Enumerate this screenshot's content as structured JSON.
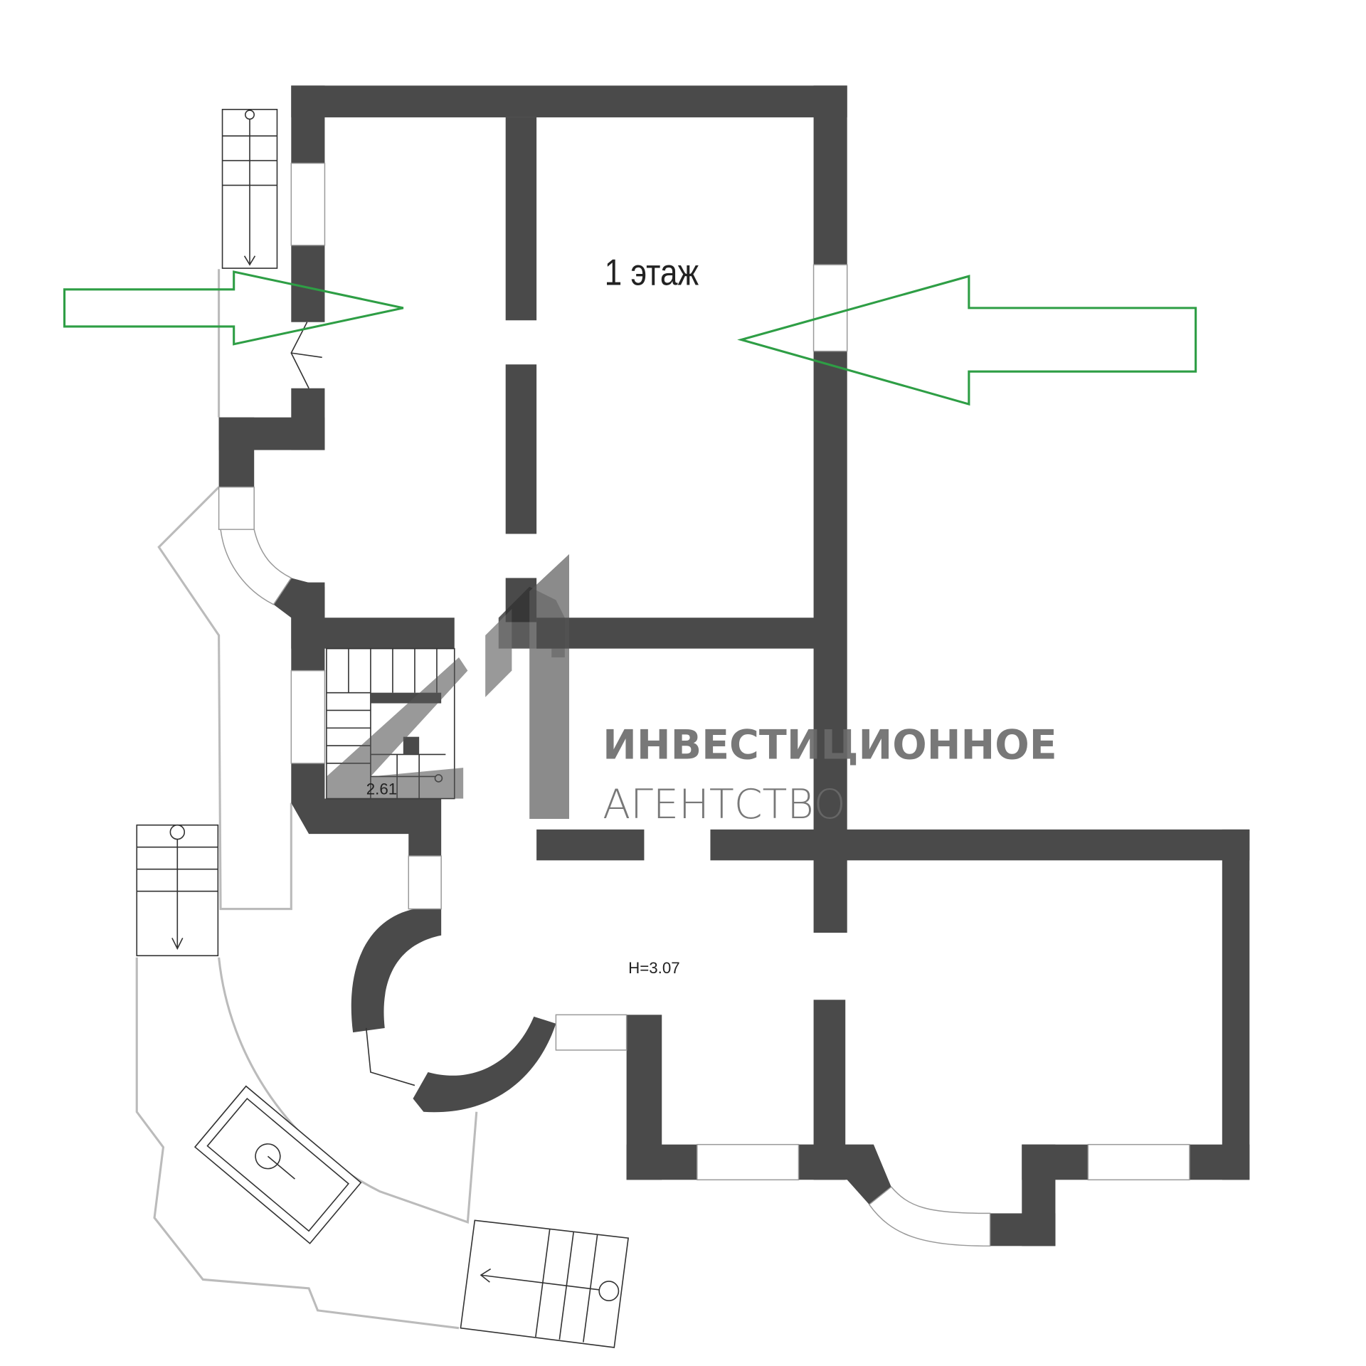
{
  "plan": {
    "floor_label": "1 этаж",
    "ceiling_height": "Н=3.07",
    "stair_height": "2.61"
  },
  "watermark": {
    "logo_mark": "21",
    "line1": "ИНВЕСТИЦИОННОЕ",
    "line2": "АГЕНТСТВО"
  },
  "colors": {
    "wall": "#4a4a4a",
    "arrow": "#2e9e45",
    "watermark": "#6a6a6a"
  },
  "icons": [
    "entrance-arrow-left",
    "entrance-arrow-right",
    "stair-direction-arrow"
  ]
}
